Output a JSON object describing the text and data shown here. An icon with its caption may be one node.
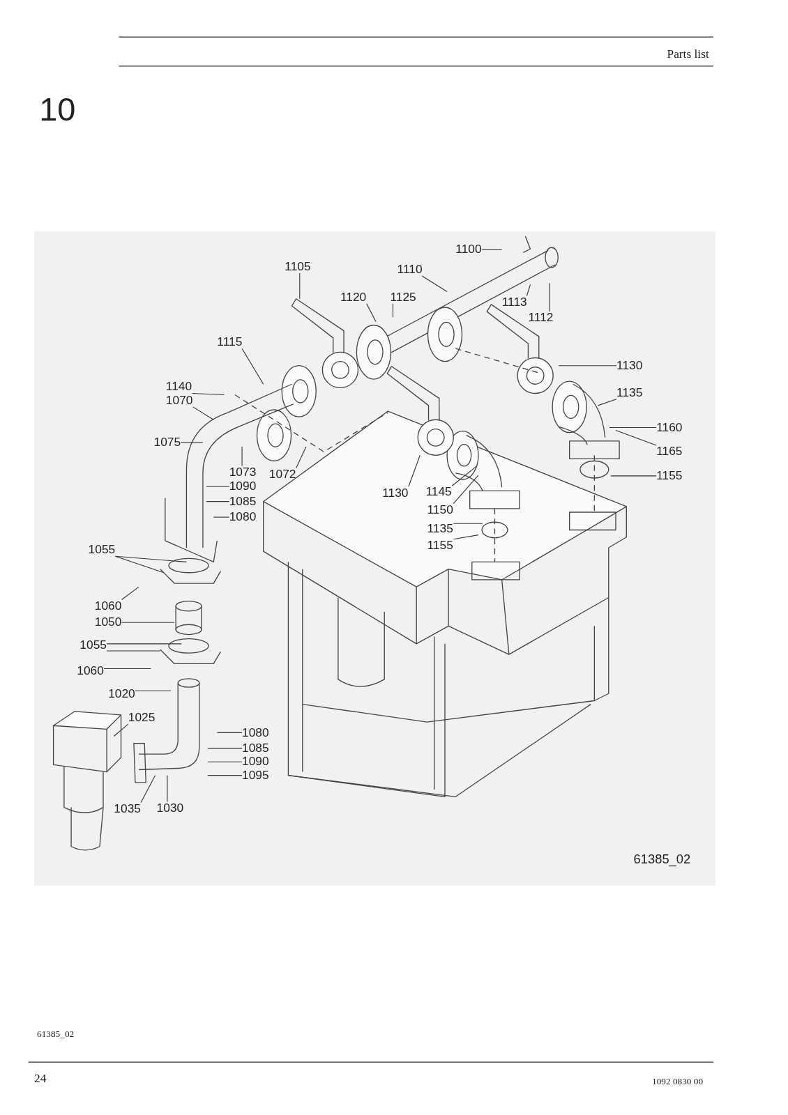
{
  "diagram": {
    "nodes": [
      {
        "text": [
          "1100"
        ]
      },
      {
        "text": [
          "1105"
        ]
      },
      {
        "text": [
          "1110"
        ]
      },
      {
        "text": [
          "1120"
        ]
      },
      {
        "text": [
          "1125"
        ]
      },
      {
        "text": [
          "1113"
        ]
      },
      {
        "text": [
          "1112"
        ]
      },
      {
        "text": [
          "1115"
        ]
      },
      {
        "text": [
          "1130"
        ]
      },
      {
        "text": [
          "1140"
        ]
      },
      {
        "text": [
          "1070"
        ]
      },
      {
        "text": [
          "1135"
        ]
      },
      {
        "text": [
          "1160"
        ]
      },
      {
        "text": [
          "1075"
        ]
      },
      {
        "text": [
          "1165"
        ]
      },
      {
        "text": [
          "1073"
        ]
      },
      {
        "text": [
          "1072"
        ]
      },
      {
        "text": [
          "1155"
        ]
      },
      {
        "text": [
          "1090"
        ]
      },
      {
        "text": [
          "1130"
        ]
      },
      {
        "text": [
          "1145"
        ]
      },
      {
        "text": [
          "1085"
        ]
      },
      {
        "text": [
          "1150"
        ]
      },
      {
        "text": [
          "1080"
        ]
      },
      {
        "text": [
          "1135"
        ]
      },
      {
        "text": [
          "1155"
        ]
      },
      {
        "text": [
          "1055"
        ]
      },
      {
        "text": [
          "1060"
        ]
      },
      {
        "text": [
          "1050"
        ]
      },
      {
        "text": [
          "1055"
        ]
      },
      {
        "text": [
          "1060"
        ]
      },
      {
        "text": [
          "1020"
        ]
      },
      {
        "text": [
          "1025"
        ]
      },
      {
        "text": [
          "1080"
        ]
      },
      {
        "text": [
          "1085"
        ]
      },
      {
        "text": [
          "1090"
        ]
      },
      {
        "text": [
          "1095"
        ]
      },
      {
        "text": [
          "1035"
        ]
      },
      {
        "text": [
          "1030"
        ]
      }
    ],
    "edges": [
      {
        "from": 0,
        "to": null,
        "arrow": "none"
      },
      {
        "from": 1,
        "to": null,
        "arrow": "none"
      },
      {
        "from": 2,
        "to": null,
        "arrow": "none"
      },
      {
        "from": 3,
        "to": null,
        "arrow": "none"
      },
      {
        "from": 4,
        "to": null,
        "arrow": "none"
      },
      {
        "from": 5,
        "to": null,
        "arrow": "none"
      },
      {
        "from": 6,
        "to": null,
        "arrow": "none"
      },
      {
        "from": 7,
        "to": null,
        "arrow": "none"
      },
      {
        "from": 8,
        "to": null,
        "arrow": "none"
      },
      {
        "from": 9,
        "to": null,
        "arrow": "none"
      },
      {
        "from": 10,
        "to": null,
        "arrow": "none"
      },
      {
        "from": 11,
        "to": null,
        "arrow": "none"
      },
      {
        "from": 12,
        "to": null,
        "arrow": "none"
      },
      {
        "from": 13,
        "to": null,
        "arrow": "none"
      },
      {
        "from": 14,
        "to": null,
        "arrow": "none"
      },
      {
        "from": 15,
        "to": null,
        "arrow": "none"
      },
      {
        "from": 16,
        "to": null,
        "arrow": "none"
      },
      {
        "from": 17,
        "to": null,
        "arrow": "none"
      },
      {
        "from": 18,
        "to": null,
        "arrow": "none"
      },
      {
        "from": 19,
        "to": null,
        "arrow": "none"
      },
      {
        "from": 20,
        "to": null,
        "arrow": "none"
      },
      {
        "from": 21,
        "to": null,
        "arrow": "none"
      },
      {
        "from": 22,
        "to": null,
        "arrow": "none"
      },
      {
        "from": 23,
        "to": null,
        "arrow": "none"
      },
      {
        "from": 24,
        "to": null,
        "arrow": "none"
      },
      {
        "from": 25,
        "to": null,
        "arrow": "none"
      },
      {
        "from": 26,
        "to": null,
        "arrow": "none"
      },
      {
        "from": 26,
        "to": null,
        "arrow": "none"
      },
      {
        "from": 27,
        "to": null,
        "arrow": "none"
      },
      {
        "from": 28,
        "to": null,
        "arrow": "none"
      },
      {
        "from": 29,
        "to": null,
        "arrow": "none"
      },
      {
        "from": 29,
        "to": null,
        "arrow": "none"
      },
      {
        "from": 30,
        "to": null,
        "arrow": "none"
      },
      {
        "from": 31,
        "to": null,
        "arrow": "none"
      },
      {
        "from": 32,
        "to": null,
        "arrow": "none"
      },
      {
        "from": 33,
        "to": null,
        "arrow": "none"
      },
      {
        "from": 34,
        "to": null,
        "arrow": "none"
      },
      {
        "from": 35,
        "to": null,
        "arrow": "none"
      },
      {
        "from": 36,
        "to": null,
        "arrow": "none"
      },
      {
        "from": 37,
        "to": null,
        "arrow": "none"
      },
      {
        "from": 38,
        "to": null,
        "arrow": "none"
      }
    ],
    "labels": [
      "Parts list",
      "10",
      "61385_02",
      "61385_02",
      "24",
      "1092 0830 00"
    ]
  }
}
